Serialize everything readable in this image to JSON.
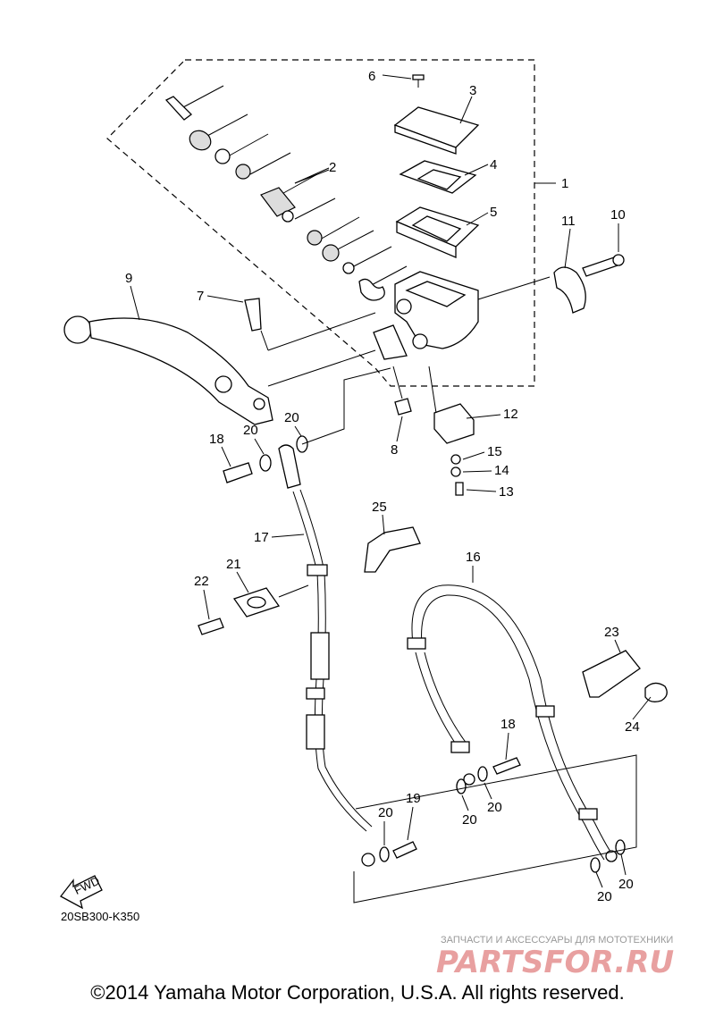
{
  "diagram": {
    "callouts": [
      "1",
      "2",
      "3",
      "4",
      "5",
      "6",
      "7",
      "8",
      "9",
      "10",
      "11",
      "12",
      "13",
      "14",
      "15",
      "16",
      "17",
      "18",
      "18",
      "19",
      "20",
      "20",
      "20",
      "20",
      "20",
      "20",
      "20",
      "21",
      "22",
      "23",
      "24",
      "25"
    ],
    "fwd_label": "FWD",
    "drawing_code": "20SB300-K350"
  },
  "watermark": {
    "tagline": "ЗАПЧАСТИ И АКСЕССУАРЫ ДЛЯ МОТОТЕХНИКИ",
    "brand": "PARTSFOR.RU"
  },
  "footer": {
    "copyright": "©2014 Yamaha Motor Corporation, U.S.A. All rights reserved."
  }
}
